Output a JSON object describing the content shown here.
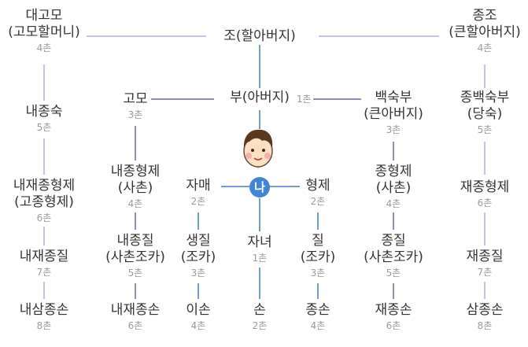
{
  "colors": {
    "blue": "#6f9bd6",
    "purple": "#9a86c6",
    "light_purple": "#cdbfe6",
    "me_circle": "#3f86d9"
  },
  "top": {
    "grand_aunt": {
      "name_line1": "대고모",
      "name_line2": "(고모할머니)",
      "chon": "4촌"
    },
    "grandfather": {
      "name": "조(할아버지)"
    },
    "great_uncle": {
      "name_line1": "종조",
      "name_line2": "(큰할아버지)",
      "chon": "4촌"
    }
  },
  "parents": {
    "aunt": {
      "name": "고모",
      "chon": "3촌"
    },
    "father": {
      "name": "부(아버지)",
      "chon": "1촌"
    },
    "uncle": {
      "name_line1": "백숙부",
      "name_line2": "(큰아버지)",
      "chon": "3촌"
    },
    "cousin_uncle": {
      "name_line1": "종백숙부",
      "name_line2": "(당숙)",
      "chon": "5촌"
    }
  },
  "me": {
    "label": "나",
    "face_icon": "boy-face-icon"
  },
  "col_far_left": {
    "uncle_in_law": {
      "name": "내종숙",
      "chon": "5촌"
    },
    "cousin2": {
      "name_line1": "내재종형제",
      "name_line2": "(고종형제)",
      "chon": "6촌"
    },
    "nephew2": {
      "name": "내재종질",
      "chon": "7촌"
    },
    "grandnephew2": {
      "name": "내삼종손",
      "chon": "8촌"
    }
  },
  "col_aunt": {
    "cousin": {
      "name_line1": "내종형제",
      "name_line2": "(사촌)",
      "chon": "4촌"
    },
    "nephew": {
      "name_line1": "내종질",
      "name_line2": "(사촌조카)",
      "chon": "5촌"
    },
    "grandnephew": {
      "name": "내재종손",
      "chon": "6촌"
    }
  },
  "col_sister": {
    "sister": {
      "name": "자매",
      "chon": "2촌"
    },
    "nephew": {
      "name_line1": "생질",
      "name_line2": "(조카)",
      "chon": "3촌"
    },
    "grandnephew": {
      "name": "이손",
      "chon": "4촌"
    }
  },
  "col_me": {
    "child": {
      "name": "자녀",
      "chon": "1촌"
    },
    "grandchild": {
      "name": "손",
      "chon": "2촌"
    }
  },
  "col_brother": {
    "brother": {
      "name": "형제",
      "chon": "2촌"
    },
    "nephew": {
      "name_line1": "질",
      "name_line2": "(조카)",
      "chon": "3촌"
    },
    "grandnephew": {
      "name": "종손",
      "chon": "4촌"
    }
  },
  "col_uncle": {
    "cousin": {
      "name_line1": "종형제",
      "name_line2": "(사촌)",
      "chon": "4촌"
    },
    "nephew": {
      "name_line1": "종질",
      "name_line2": "(사촌조카)",
      "chon": "5촌"
    },
    "grandnephew": {
      "name": "재종손",
      "chon": "6촌"
    }
  },
  "col_far_right": {
    "cousin2": {
      "name": "재종형제",
      "chon": "6촌"
    },
    "nephew2": {
      "name": "재종질",
      "chon": "7촌"
    },
    "grandnephew2": {
      "name": "삼종손",
      "chon": "8촌"
    }
  }
}
